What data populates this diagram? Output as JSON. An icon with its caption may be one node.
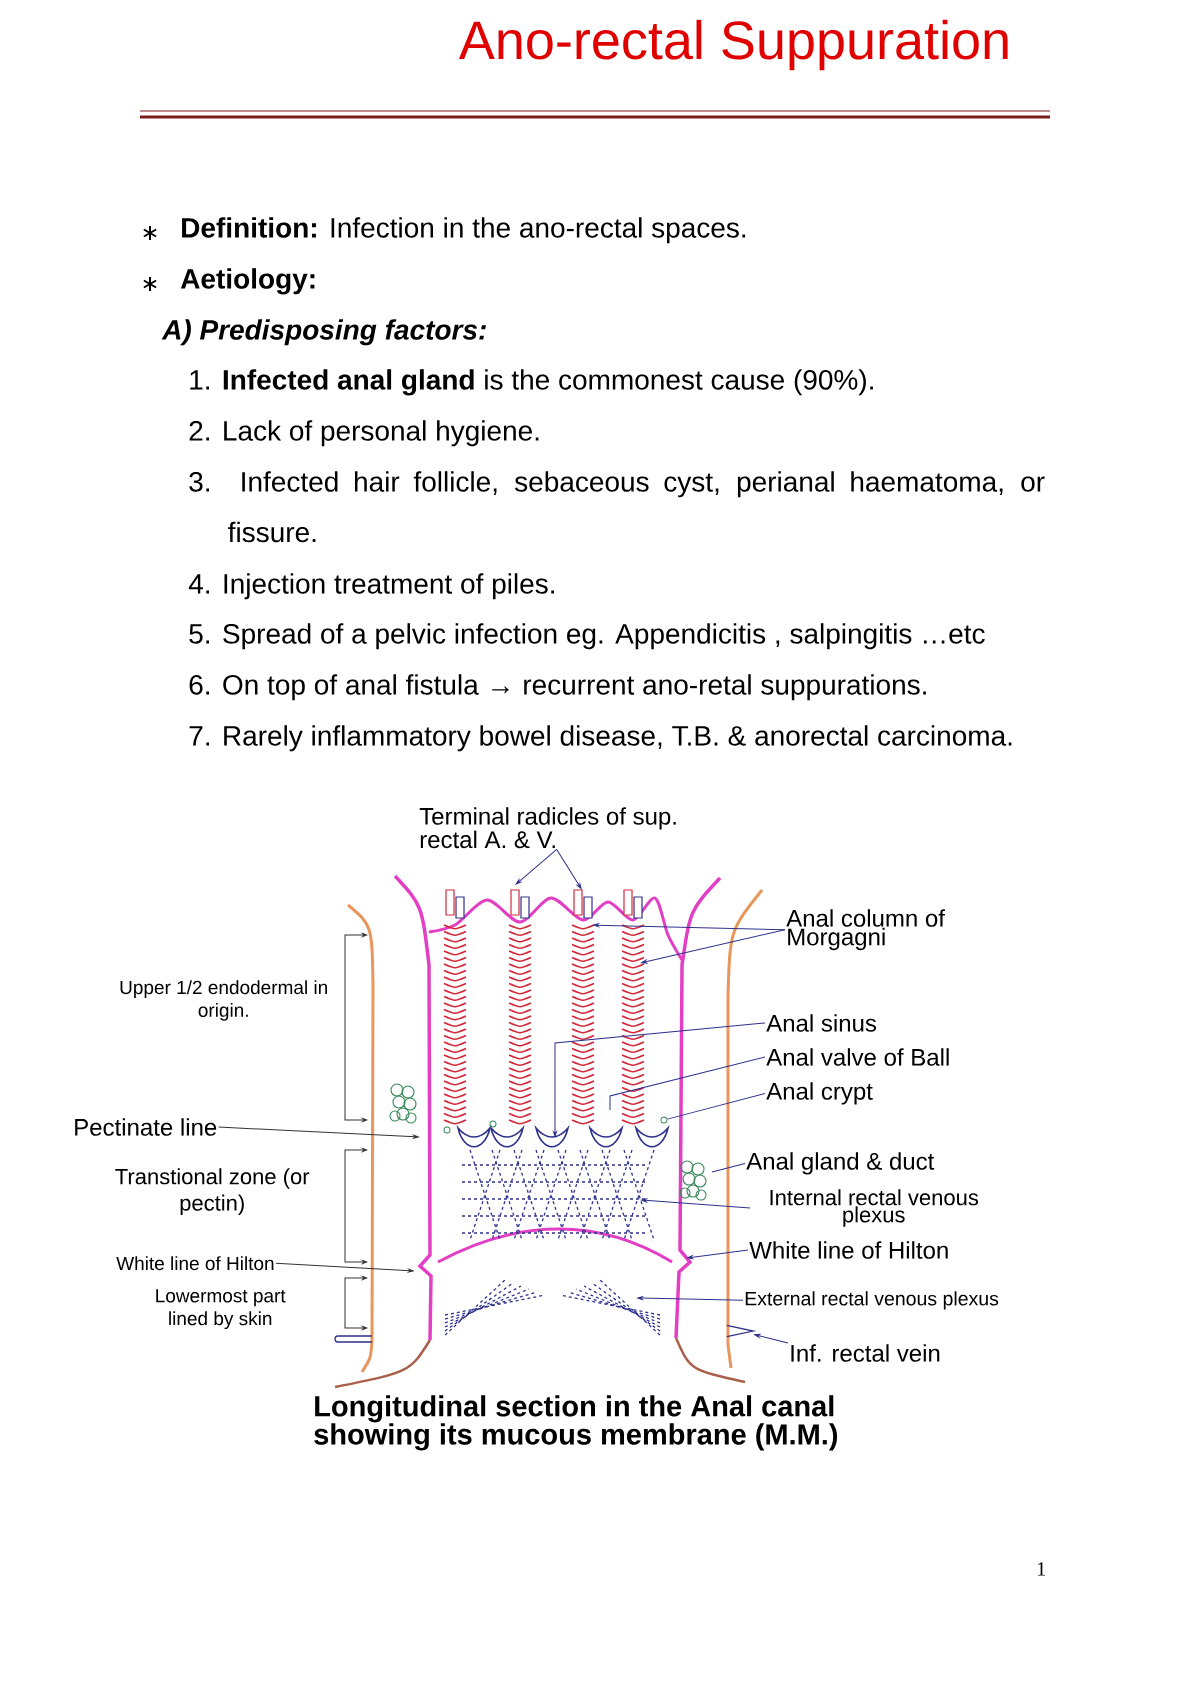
{
  "diagram": {
    "title": "Ano-rectal Suppuration",
    "caption": "Longitudinal section in the Anal canal showing its mucous membrane (M.M.)",
    "nodes": [
      {
        "text": [
          "Terminal radicles of sup. rectal A. & V."
        ]
      },
      {
        "text": [
          "Anal column of Morgagni"
        ]
      },
      {
        "text": [
          "Anal sinus"
        ]
      },
      {
        "text": [
          "Anal valve of Ball"
        ]
      },
      {
        "text": [
          "Anal crypt"
        ]
      },
      {
        "text": [
          "Anal gland & duct"
        ]
      },
      {
        "text": [
          "Internal rectal venous plexus"
        ]
      },
      {
        "text": [
          "White line of Hilton"
        ]
      },
      {
        "text": [
          "External rectal venous plexus"
        ]
      },
      {
        "text": [
          "Inf. rectal vein"
        ]
      },
      {
        "text": [
          "Pectinate line"
        ]
      },
      {
        "text": [
          "White line of Hilton"
        ]
      },
      {
        "text": [],
        "shape": "picture"
      },
      {
        "text": [],
        "shape": "circle"
      }
    ],
    "edges": [
      {
        "from": 0,
        "to": null,
        "arrow": "to"
      },
      {
        "from": 0,
        "to": null,
        "arrow": "to"
      },
      {
        "from": 1,
        "to": null,
        "arrow": "to"
      },
      {
        "from": 1,
        "to": null,
        "arrow": "to"
      },
      {
        "from": 2,
        "to": null,
        "arrow": "to"
      },
      {
        "from": 3,
        "to": null,
        "arrow": "none"
      },
      {
        "from": 4,
        "to": 13,
        "arrow": "none"
      },
      {
        "from": 5,
        "to": null,
        "arrow": "none"
      },
      {
        "from": 6,
        "to": null,
        "arrow": "to"
      },
      {
        "from": 7,
        "to": null,
        "arrow": "to"
      },
      {
        "from": 8,
        "to": null,
        "arrow": "to"
      },
      {
        "from": 9,
        "to": 12,
        "arrow": "to"
      },
      {
        "from": 10,
        "to": null,
        "arrow": "to",
        "color": "#333333"
      },
      {
        "from": 11,
        "to": null,
        "arrow": "to",
        "color": "#333333"
      }
    ],
    "labels": [
      "**Definition:** Infection in the ano-rectal spaces.",
      "Aetiology:",
      "A) Predisposing factors:",
      "1. **Infected anal gland** is the commonest cause (90%).",
      "2. Lack of personal hygiene.",
      "3. Infected hair follicle, sebaceous cyst, perianal haematoma, or fissure.",
      "4. Injection treatment of piles.",
      "5. Spread of a pelvic infection eg. Appendicitis , salpingitis …etc",
      "6. On top of anal fistula → recurrent ano-retal suppurations.",
      "7. Rarely inflammatory bowel disease, T.B. & anorectal carcinoma.",
      "Upper 1/2 endodermal in origin.",
      "Transtional zone (or pectin)",
      "Lowermost part lined by skin",
      "1"
    ]
  }
}
